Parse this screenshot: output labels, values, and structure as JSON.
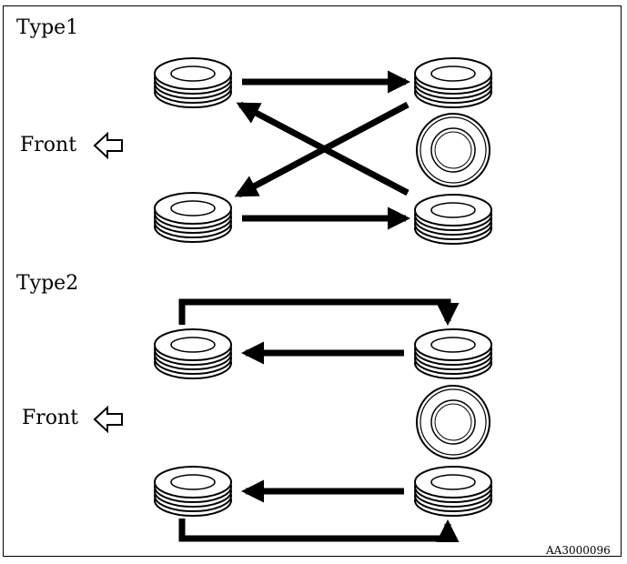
{
  "diagram": {
    "type1_label": "Type1",
    "type2_label": "Type2",
    "front_label_1": "Front",
    "front_label_2": "Front",
    "figure_code": "AA3000096"
  },
  "colors": {
    "ink": "#000000",
    "paper": "#ffffff"
  },
  "icons": {
    "tire": "stacked-tire-side-view",
    "spare": "spare-tire-front-view",
    "direction": "hollow-left-arrow"
  }
}
